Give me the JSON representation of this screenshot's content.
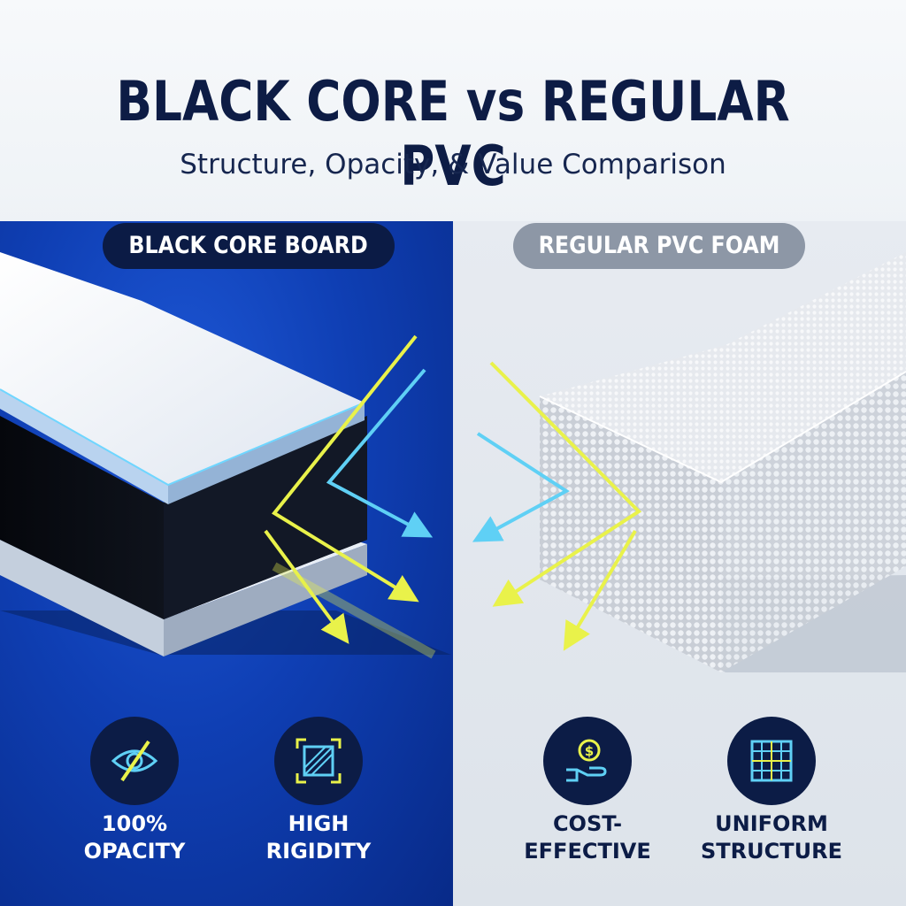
{
  "header": {
    "title": "BLACK CORE vs REGULAR PVC",
    "subtitle": "Structure, Opacity, & Value Comparison"
  },
  "left_panel": {
    "label": "BLACK CORE BOARD",
    "features": [
      {
        "line1": "100%",
        "line2": "OPACITY",
        "icon": "eye-slash-icon"
      },
      {
        "line1": "HIGH",
        "line2": "RIGIDITY",
        "icon": "rigid-frame-icon"
      }
    ]
  },
  "right_panel": {
    "label": "REGULAR PVC FOAM",
    "features": [
      {
        "line1": "COST-",
        "line2": "EFFECTIVE",
        "icon": "dollar-hand-icon"
      },
      {
        "line1": "UNIFORM",
        "line2": "STRUCTURE",
        "icon": "grid-icon"
      }
    ]
  },
  "colors": {
    "navy": "#0c1c46",
    "blue": "#0f3fb4",
    "light_gray": "#e7ebf1",
    "arrow_yellow": "#e9f24a",
    "arrow_cyan": "#5fd0f5"
  }
}
